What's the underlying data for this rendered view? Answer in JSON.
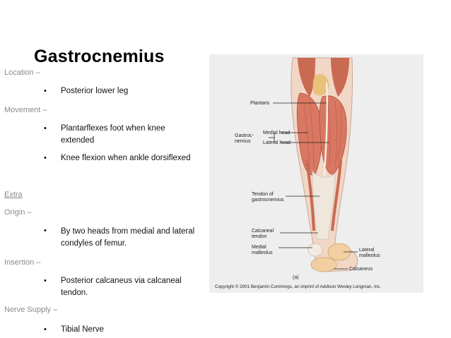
{
  "title": "Gastrocnemius",
  "sections": {
    "location_heading": "Location –",
    "location_1": "Posterior lower leg",
    "movement_heading": "Movement –",
    "movement_1a": "Plantarflexes foot when knee",
    "movement_1b": "extended",
    "movement_2": "Knee flexion when ankle dorsiflexed",
    "extra_heading": "Extra",
    "origin_heading": "Origin –",
    "origin_1a": "By two heads from medial and lateral",
    "origin_1b": "condyles of femur.",
    "insertion_heading": "Insertion –",
    "insertion_1a": "Posterior calcaneus via calcaneal",
    "insertion_1b": "tendon.",
    "nerve_heading": "Nerve Supply –",
    "nerve_1": "Tibial Nerve",
    "bullet": "•"
  },
  "figure": {
    "labels": {
      "plantaris": "Plantaris",
      "gastroc_1": "Gastroc-",
      "gastroc_2": "nemius",
      "medial_head": "Medial head",
      "lateral_head": "Lateral head",
      "tendon_1": "Tendon of",
      "tendon_2": "gastrocnemius",
      "calcaneal_1": "Calcaneal",
      "calcaneal_2": "tendon",
      "medial_mall_1": "Medial",
      "medial_mall_2": "malleolus",
      "lateral_mall_1": "Lateral",
      "lateral_mall_2": "malleolus",
      "calcaneus": "Calcaneus",
      "panel": "(a)"
    },
    "copyright": "Copyright © 2001 Benjamin Cummings, an imprint of Addison Wesley Longman, Inc."
  }
}
